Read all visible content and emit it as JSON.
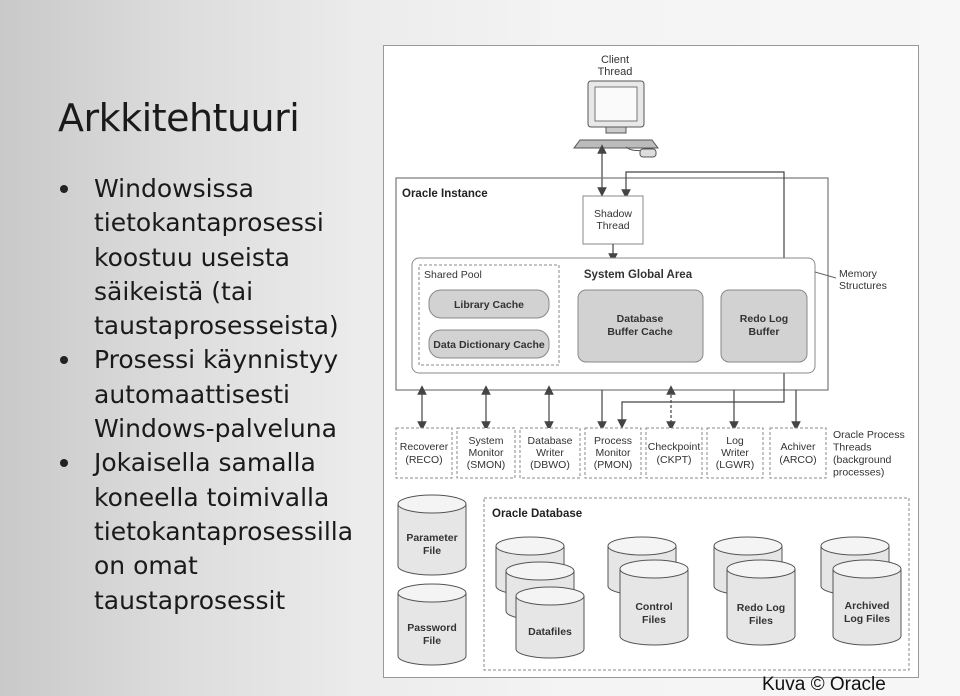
{
  "slide": {
    "title": "Arkkitehtuuri",
    "bullets": [
      "Windowsissa\ntietokantaprosessi\nkoostuu useista\nsäikeistä (tai\ntaustaprosesseista)",
      "Prosessi käynnistyy\nautomaattisesti\nWindows-palveluna",
      "Jokaisella samalla\nkoneella toimivalla\ntietokantaprosessilla\non omat\ntaustaprosessit"
    ],
    "caption": "Kuva © Oracle"
  },
  "diagram": {
    "client": [
      "Client",
      "Thread"
    ],
    "instance_label": "Oracle Instance",
    "shadow": [
      "Shadow",
      "Thread"
    ],
    "sga_label": "System Global Area",
    "shared_pool_label": "Shared Pool",
    "library_cache": "Library Cache",
    "data_dictionary_cache": "Data Dictionary Cache",
    "database_buffer_cache": [
      "Database",
      "Buffer Cache"
    ],
    "redo_log_buffer": [
      "Redo Log",
      "Buffer"
    ],
    "memory_structures": [
      "Memory",
      "Structures"
    ],
    "processes": [
      [
        "Recoverer",
        "(RECO)"
      ],
      [
        "System",
        "Monitor",
        "(SMON)"
      ],
      [
        "Database",
        "Writer",
        "(DBWO)"
      ],
      [
        "Process",
        "Monitor",
        "(PMON)"
      ],
      [
        "Checkpoint",
        "(CKPT)"
      ],
      [
        "Log",
        "Writer",
        "(LGWR)"
      ],
      [
        "Achiver",
        "(ARCO)"
      ]
    ],
    "process_threads_label": [
      "Oracle Process",
      "Threads",
      "(background",
      "processes)"
    ],
    "database_label": "Oracle Database",
    "parameter_file": [
      "Parameter",
      "File"
    ],
    "password_file": [
      "Password",
      "File"
    ],
    "datafiles": "Datafiles",
    "control_files": [
      "Control",
      "Files"
    ],
    "redo_log_files": [
      "Redo Log",
      "Files"
    ],
    "archived_log_files": [
      "Archived",
      "Log Files"
    ]
  }
}
